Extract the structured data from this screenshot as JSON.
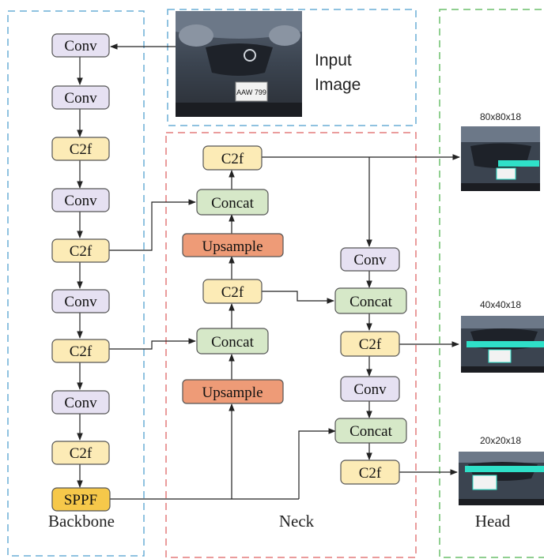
{
  "input": {
    "label_line1": "Input",
    "label_line2": "Image",
    "plate": "AAW 799"
  },
  "sections": {
    "backbone": "Backbone",
    "neck": "Neck",
    "head": "Head"
  },
  "backbone": {
    "conv1": "Conv",
    "conv2": "Conv",
    "c2f1": "C2f",
    "conv3": "Conv",
    "c2f2": "C2f",
    "conv4": "Conv",
    "c2f3": "C2f",
    "conv5": "Conv",
    "c2f4": "C2f",
    "sppf": "SPPF"
  },
  "neck": {
    "c2f_top": "C2f",
    "concat1": "Concat",
    "upsample1": "Upsample",
    "c2f_mid": "C2f",
    "concat2": "Concat",
    "upsample2": "Upsample",
    "conv_r1": "Conv",
    "concat_r1": "Concat",
    "c2f_r1": "C2f",
    "conv_r2": "Conv",
    "concat_r2": "Concat",
    "c2f_r2": "C2f"
  },
  "head": {
    "out1": {
      "size": "80x80x18"
    },
    "out2": {
      "size": "40x40x18"
    },
    "out3": {
      "size": "20x20x18"
    }
  },
  "colors": {
    "conv": "#e6e1f2",
    "c2f": "#fcebb6",
    "concat": "#d6e8c8",
    "upsample": "#ee9b77",
    "sppf": "#f6c84a",
    "backbone_border": "#6aaed6",
    "neck_border": "#e47c7c",
    "head_border": "#6cbf6c"
  }
}
